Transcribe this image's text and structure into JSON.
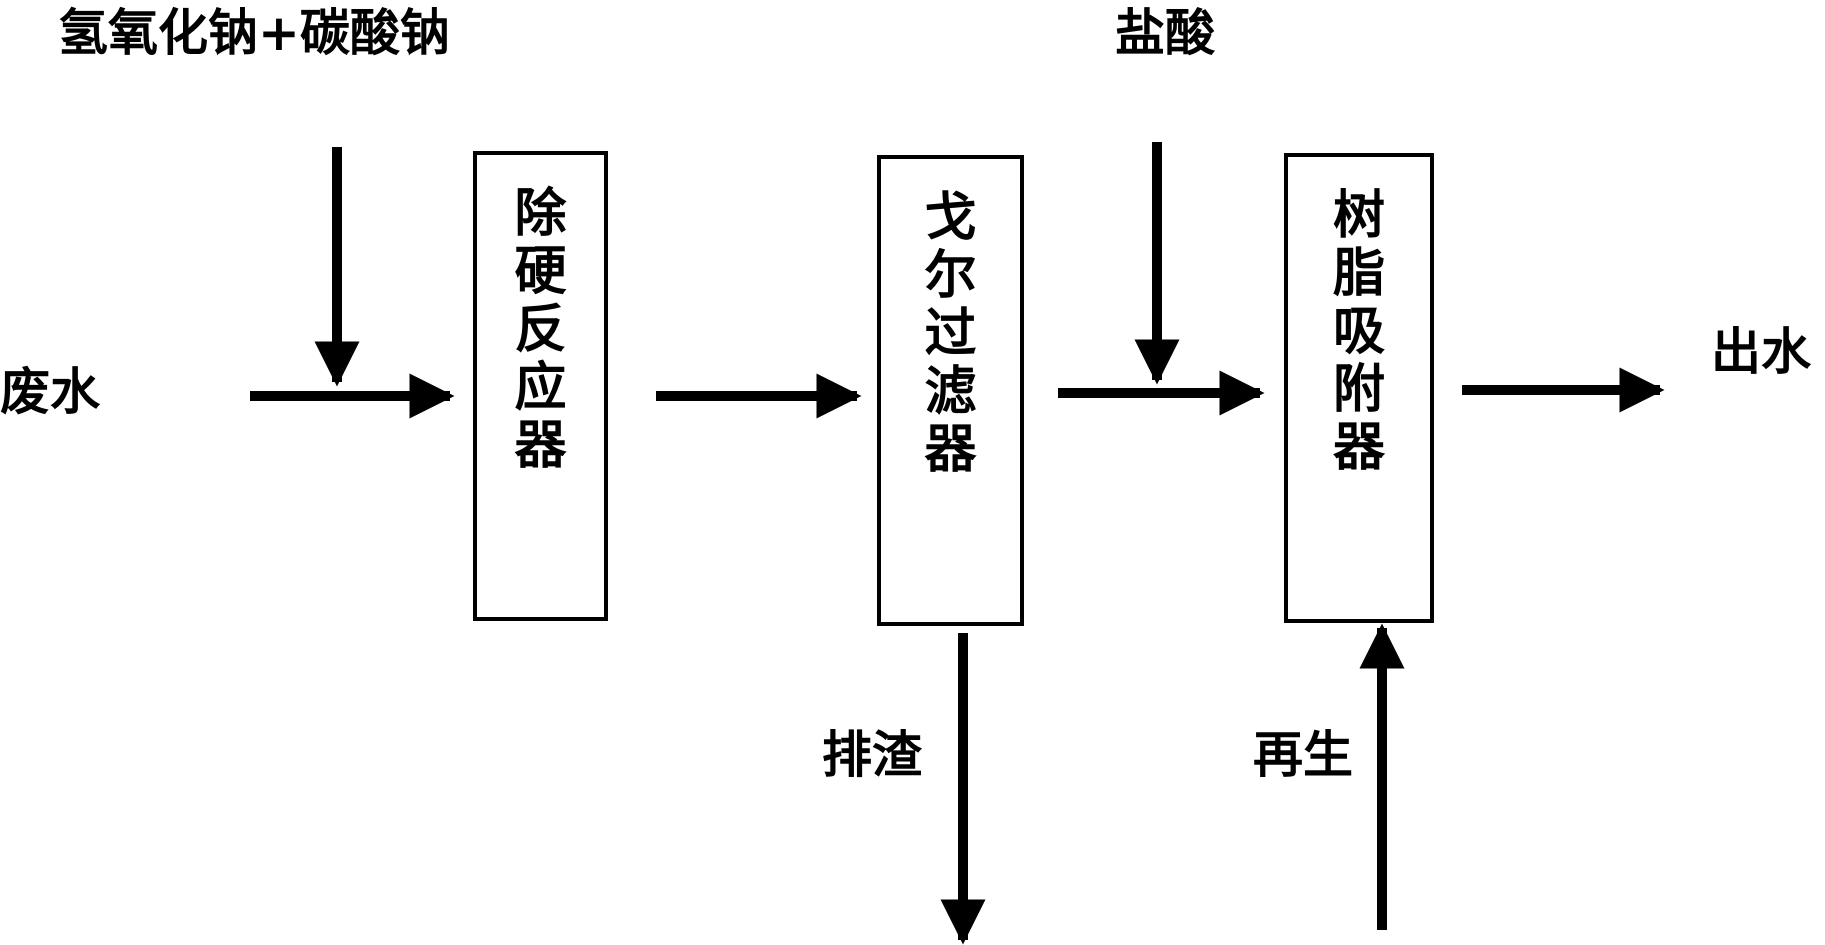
{
  "inputs": {
    "alkali_label": "氢氧化钠+碳酸钠",
    "acid_label": "盐酸",
    "wastewater_label": "废水"
  },
  "units": {
    "softening_reactor": "除硬反应器",
    "gore_filter": "戈尔过滤器",
    "resin_adsorber": "树脂吸附器"
  },
  "outputs": {
    "effluent_label": "出水",
    "sludge_label": "排渣",
    "regeneration_label": "再生"
  },
  "colors": {
    "line": "#000000",
    "background": "#ffffff"
  }
}
